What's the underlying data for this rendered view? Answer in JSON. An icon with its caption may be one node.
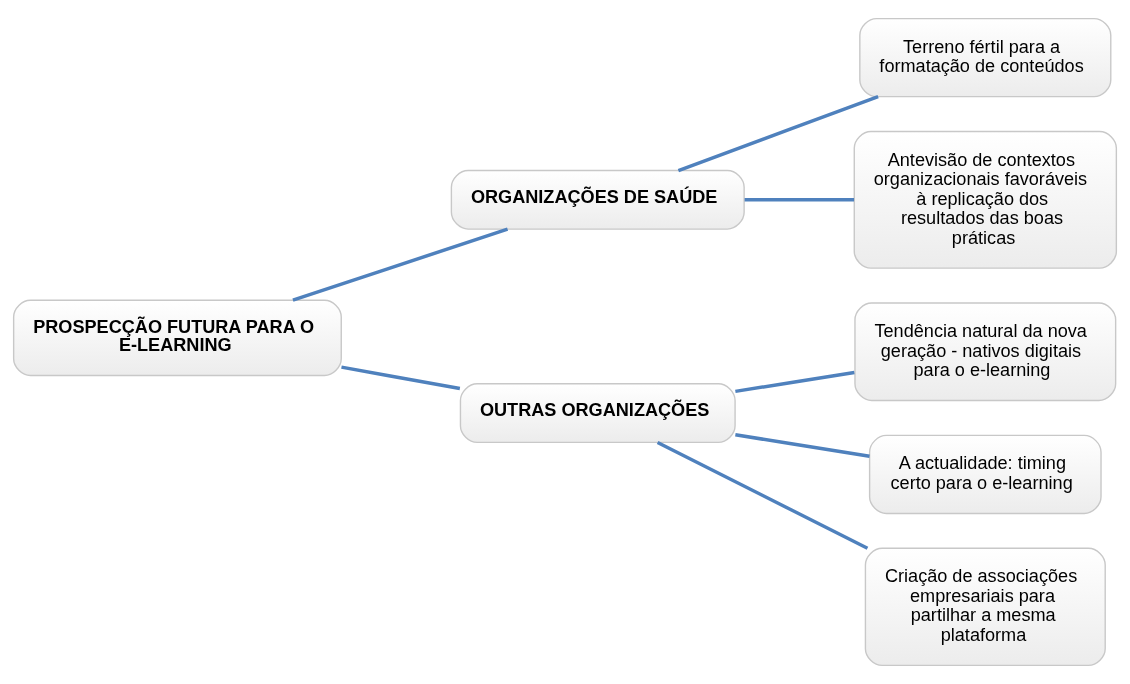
{
  "diagram": {
    "nodes": [
      {
        "text": [
          "PROSPECÇÃO FUTURA PARA O E-LEARNING"
        ]
      },
      {
        "text": [
          "ORGANIZAÇÕES DE SAÚDE"
        ]
      },
      {
        "text": [
          "OUTRAS ORGANIZAÇÕES"
        ]
      },
      {
        "text": [
          "Terreno fértil para a formatação de conteúdos"
        ]
      },
      {
        "text": [
          "Antevisão de contextos organizacionais favoráveis à replicação dos resultados das boas práticas"
        ]
      },
      {
        "text": [
          "Tendência natural da nova geração - nativos digitais para o e-learning"
        ]
      },
      {
        "text": [
          "A actualidade: timing certo para o e-learning"
        ]
      },
      {
        "text": [
          "Criação de associações empresariais para partilhar a mesma plataforma"
        ]
      }
    ],
    "edges": [
      {
        "from": 0,
        "to": 1,
        "arrow": "none"
      },
      {
        "from": 0,
        "to": 2,
        "arrow": "none"
      },
      {
        "from": 1,
        "to": 3,
        "arrow": "none"
      },
      {
        "from": 1,
        "to": 4,
        "arrow": "none"
      },
      {
        "from": 2,
        "to": 5,
        "arrow": "none"
      },
      {
        "from": 2,
        "to": 6,
        "arrow": "none"
      },
      {
        "from": 2,
        "to": 7,
        "arrow": "none"
      }
    ]
  }
}
